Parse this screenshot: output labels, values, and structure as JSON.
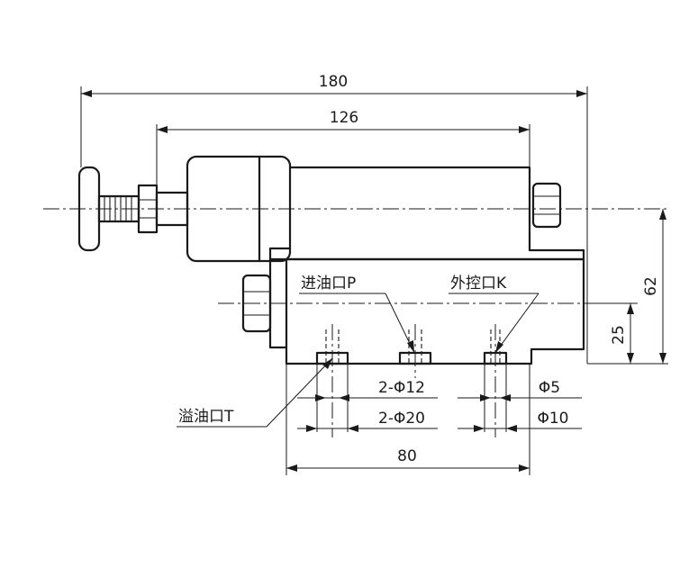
{
  "dimensions": {
    "overall_length": "180",
    "body_length": "126",
    "base_length": "80",
    "height_total": "62",
    "height_ports": "25",
    "port_small_hole": "2-Φ12",
    "port_large_hole": "2-Φ20",
    "control_small_hole": "Φ5",
    "control_large_hole": "Φ10"
  },
  "ports": {
    "inlet_p": "进油口P",
    "control_k": "外控口K",
    "overflow_t": "溢油口T"
  }
}
